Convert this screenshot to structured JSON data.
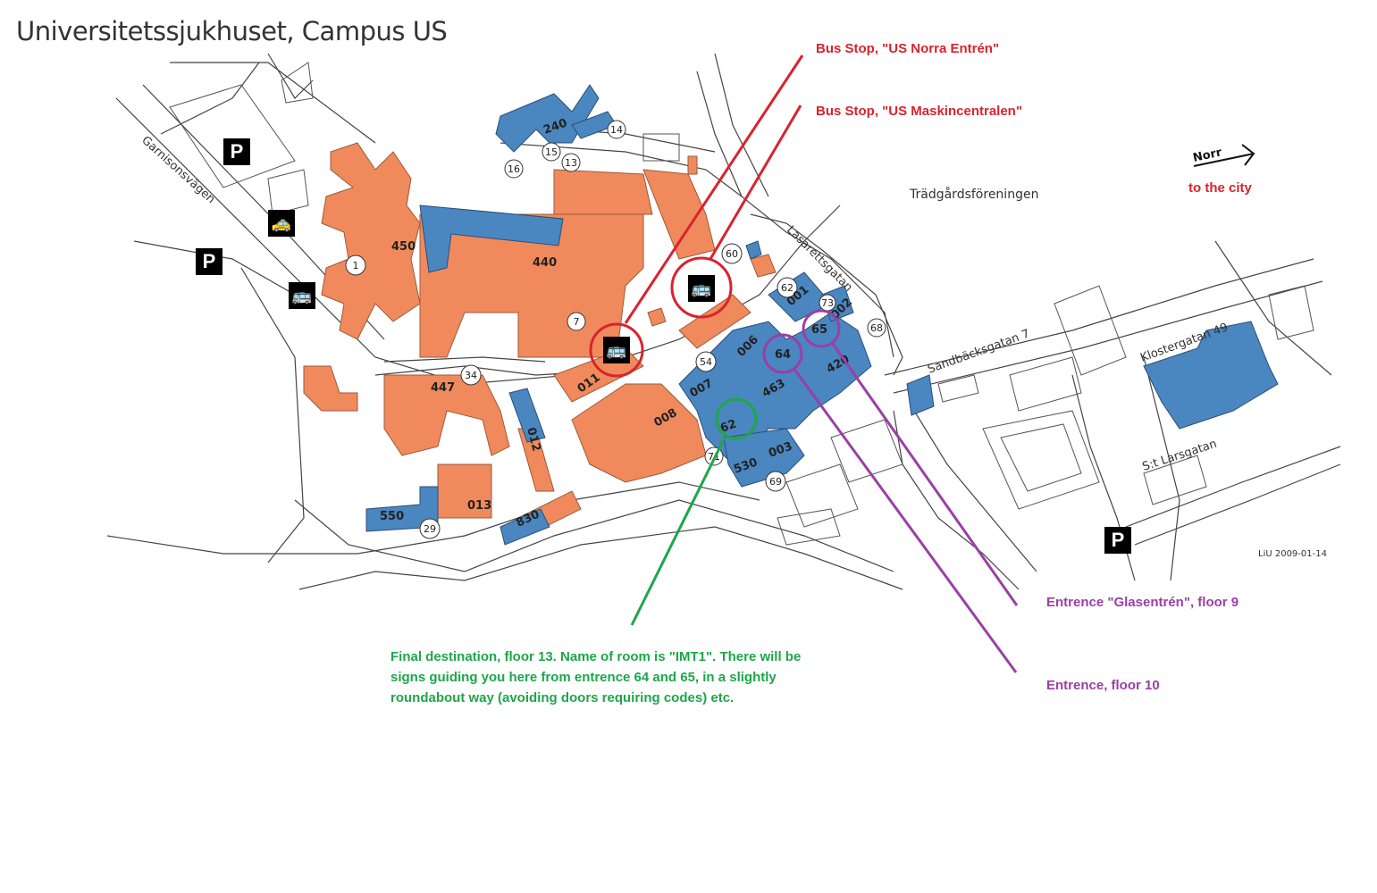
{
  "title": "Universitetssjukhuset, Campus US",
  "colors": {
    "orange": "#f08a5d",
    "blue": "#4a86c0",
    "red": "#d9232e",
    "purple": "#9b3fa6",
    "green": "#1ea64a"
  },
  "annotations": {
    "bus_norra": "Bus Stop, \"US Norra Entrén\"",
    "bus_maskin": "Bus Stop, \"US Maskincentralen\"",
    "to_city": "to the city",
    "north": "Norr",
    "glasentren": "Entrence \"Glasentrén\", floor 9",
    "floor10": "Entrence, floor 10",
    "final": "Final destination, floor 13. Name of room is \"IMT1\". There will be signs guiding you here from entrence 64 and 65, in a slightly roundabout way (avoiding doors requiring codes) etc."
  },
  "places": {
    "tradgard": "Trädgårdsföreningen",
    "garnison": "Garnisonsvägen",
    "lasarett": "Lasarettsgatan",
    "sandback": "Sandbäcksgatan 7",
    "kloster": "Klostergatan 49",
    "stlars": "S:t Larsgatan",
    "liu": "LiU 2009-01-14"
  },
  "icons": {
    "parking": "P",
    "taxi": "taxi-icon",
    "bus": "bus-icon"
  },
  "buildings": {
    "b450": "450",
    "b440": "440",
    "b447": "447",
    "b011": "011",
    "b012": "012",
    "b008": "008",
    "b013": "013",
    "b550": "550",
    "b830": "830",
    "b240": "240",
    "b007": "007",
    "b006": "006",
    "b463": "463",
    "b420": "420",
    "b001": "001",
    "b002": "002",
    "b530": "530",
    "b003": "003",
    "b62": "62",
    "b64": "64",
    "b65": "65"
  },
  "markers": {
    "m1": "1",
    "m7": "7",
    "m34": "34",
    "m13": "13",
    "m14": "14",
    "m15": "15",
    "m16": "16",
    "m29": "29",
    "m54": "54",
    "m60": "60",
    "m62": "62",
    "m68": "68",
    "m69": "69",
    "m71": "71",
    "m73": "73"
  }
}
